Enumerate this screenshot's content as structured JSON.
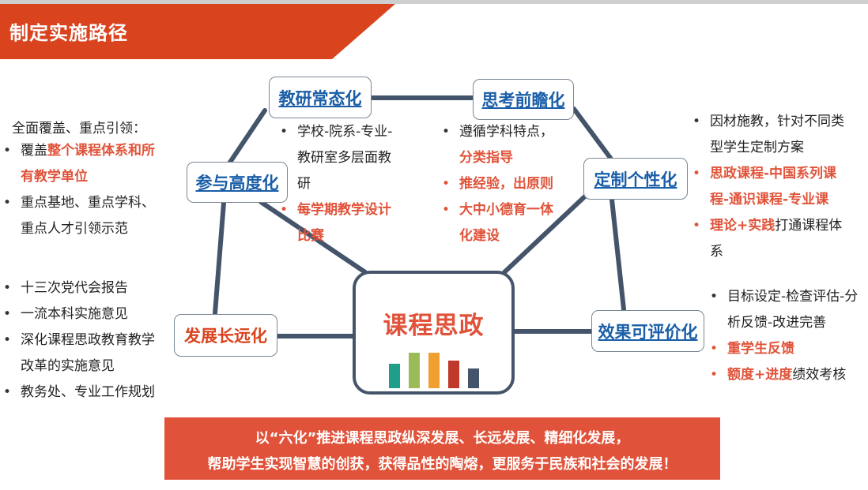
{
  "header": {
    "title": "制定实施路径"
  },
  "center": {
    "title": "课程思政",
    "bars": [
      {
        "color": "#1f9e89",
        "level": 0.55
      },
      {
        "color": "#9bbb59",
        "level": 0.8
      },
      {
        "color": "#f0a030",
        "level": 0.8
      },
      {
        "color": "#c0392b",
        "level": 0.63
      },
      {
        "color": "#44546a",
        "level": 0.44
      }
    ]
  },
  "nodes": {
    "jiaoyan": "教研常态化",
    "sikao": "思考前瞻化",
    "canyu": "参与高度化",
    "dingzhi": "定制个性化",
    "fazhan": "发展长远化",
    "xiaoguo": "效果可评价化"
  },
  "left_top": {
    "intro": "全面覆盖、重点引领：",
    "b1_plain": "覆盖",
    "b1_red": "整个课程体系和所",
    "b1_red2": "有教学单位",
    "b2_l1": "重点基地、重点学科、",
    "b2_l2": "重点人才引领示范"
  },
  "left_bottom": {
    "b1": "十三次党代会报告",
    "b2": "一流本科实施意见",
    "b3_l1": "深化课程思政教育教学",
    "b3_l2": "改革的实施意见",
    "b4": "教务处、专业工作规划"
  },
  "mid_left": {
    "b1_l1": "学校-院系-专业-",
    "b1_l2": "教研室多层面教",
    "b1_l3": "研",
    "b2_l1": "每学期教学设计",
    "b2_l2": "比赛"
  },
  "mid_right": {
    "b1": "遵循学科特点，",
    "b1_red": "分类指导",
    "b2": "推经验，出原则",
    "b3_l1": "大中小德育一体",
    "b3_l2": "化建设"
  },
  "right_top": {
    "b1_l1": "因材施教，针对不同类",
    "b1_l2": "型学生定制方案",
    "b2_l1": "思政课程-中国系列课",
    "b2_l2": "程-通识课程-专业课",
    "b3_red": "理论+实践",
    "b3_plain": "打通课程体",
    "b3_l2": "系"
  },
  "right_bottom": {
    "b1_l1": "目标设定-检查评估-分",
    "b1_l2": "析反馈-改进完善",
    "b2": "重学生反馈",
    "b3_red": "额度+进度",
    "b3_plain": "绩效考核"
  },
  "footer": {
    "line1": "以“六化”推进课程思政纵深发展、长远发展、精细化发展，",
    "line2": "帮助学生实现智慧的创获，获得品性的陶熔，更服务于民族和社会的发展！"
  },
  "colors": {
    "accent": "#d9431e",
    "link_blue": "#1a5ea8",
    "connector": "#44546a"
  }
}
